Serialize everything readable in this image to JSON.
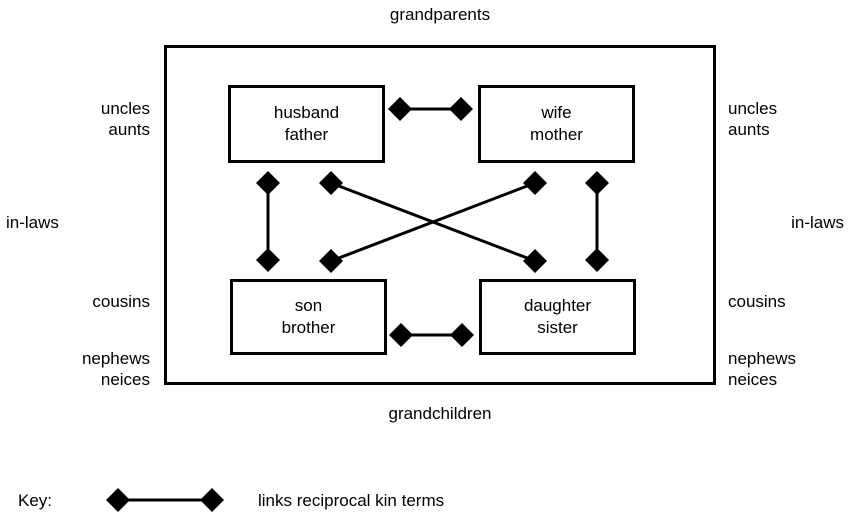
{
  "diagram": {
    "title_top": "grandparents",
    "title_bottom": "grandchildren",
    "outer_labels_left": [
      {
        "name": "uncles-aunts",
        "lines": [
          "uncles",
          "aunts"
        ]
      },
      {
        "name": "in-laws",
        "lines": [
          "in-laws"
        ]
      },
      {
        "name": "cousins",
        "lines": [
          "cousins"
        ]
      },
      {
        "name": "nephews-neices",
        "lines": [
          "nephews",
          "neices"
        ]
      }
    ],
    "outer_labels_right": [
      {
        "name": "uncles-aunts",
        "lines": [
          "uncles",
          "aunts"
        ]
      },
      {
        "name": "in-laws",
        "lines": [
          "in-laws"
        ]
      },
      {
        "name": "cousins",
        "lines": [
          "cousins"
        ]
      },
      {
        "name": "nephews-neices",
        "lines": [
          "nephews",
          "neices"
        ]
      }
    ],
    "boxes": [
      {
        "id": "husband-father",
        "line1": "husband",
        "line2": "father"
      },
      {
        "id": "wife-mother",
        "line1": "wife",
        "line2": "mother"
      },
      {
        "id": "son-brother",
        "line1": "son",
        "line2": "brother"
      },
      {
        "id": "daughter-sister",
        "line1": "daughter",
        "line2": "sister"
      }
    ],
    "connectors": [
      {
        "id": "husband-wife",
        "from": "husband-father",
        "to": "wife-mother",
        "orientation": "horizontal"
      },
      {
        "id": "son-daughter",
        "from": "son-brother",
        "to": "daughter-sister",
        "orientation": "horizontal"
      },
      {
        "id": "father-son",
        "from": "husband-father",
        "to": "son-brother",
        "orientation": "vertical"
      },
      {
        "id": "mother-daughter",
        "from": "wife-mother",
        "to": "daughter-sister",
        "orientation": "vertical"
      },
      {
        "id": "father-daughter",
        "from": "husband-father",
        "to": "daughter-sister",
        "orientation": "diagonal"
      },
      {
        "id": "mother-son",
        "from": "wife-mother",
        "to": "son-brother",
        "orientation": "diagonal"
      }
    ],
    "line_color": "#000000",
    "node_color": "#000000",
    "background_color": "#ffffff"
  },
  "key": {
    "label": "Key:",
    "caption": "links reciprocal kin terms"
  }
}
